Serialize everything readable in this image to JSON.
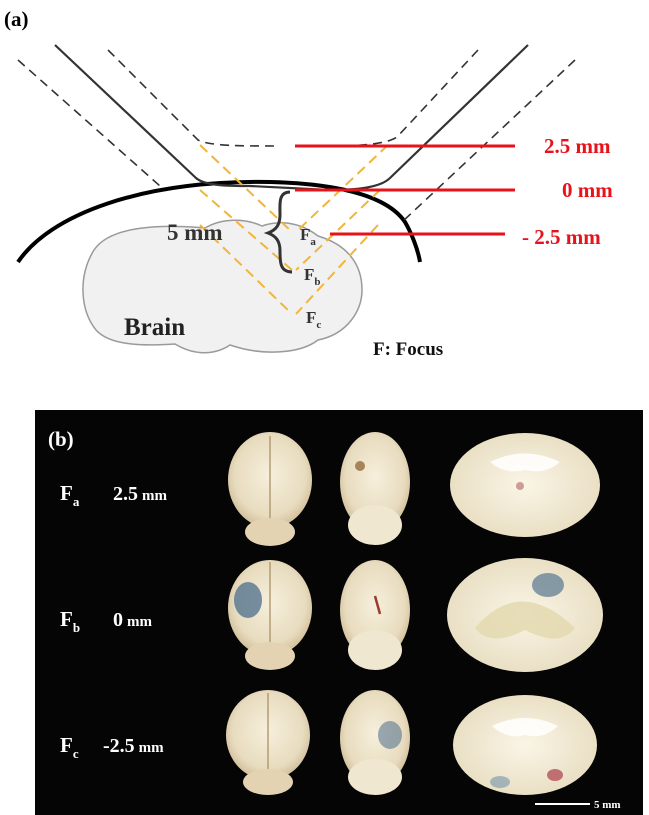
{
  "panel_a": {
    "label": "(a)",
    "depth_label": "5 mm",
    "brain_label": "Brain",
    "legend": "F: Focus",
    "focus_points": [
      {
        "base": "F",
        "sub": "a"
      },
      {
        "base": "F",
        "sub": "b"
      },
      {
        "base": "F",
        "sub": "c"
      }
    ],
    "offsets": [
      {
        "value": "2.5 mm"
      },
      {
        "value": "0 mm"
      },
      {
        "value": "- 2.5 mm"
      }
    ],
    "colors": {
      "offset_line": "#e8121b",
      "focus_beam": "#f2b53a",
      "transducer": "#333333",
      "brain_fill": "#f1f1f1"
    }
  },
  "panel_b": {
    "label": "(b)",
    "scale_bar": "5 mm",
    "rows": [
      {
        "focus_base": "F",
        "focus_sub": "a",
        "depth_value": "2.5",
        "depth_unit": "mm"
      },
      {
        "focus_base": "F",
        "focus_sub": "b",
        "depth_value": "0",
        "depth_unit": "mm"
      },
      {
        "focus_base": "F",
        "focus_sub": "c",
        "depth_value": "-2.5",
        "depth_unit": "mm"
      }
    ],
    "specimen_views": [
      "dorsal-view",
      "ventral-view",
      "coronal-section"
    ],
    "colors": {
      "background": "#050505",
      "tissue": "#efe6cf",
      "stain": "#4b6e8c"
    }
  }
}
